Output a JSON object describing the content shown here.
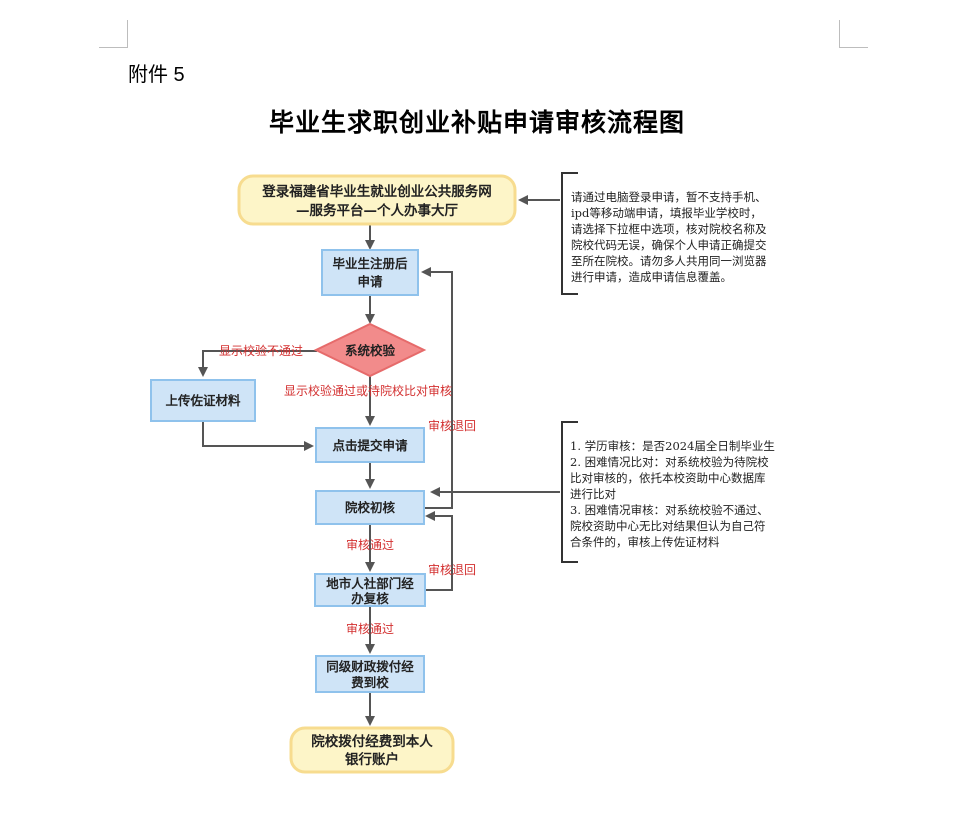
{
  "attachment_label": "附件 5",
  "title": "毕业生求职创业补贴申请审核流程图",
  "nodes": {
    "start": {
      "lines": [
        "登录福建省毕业生就业创业公共服务网",
        "—服务平台—个人办事大厅"
      ]
    },
    "register": {
      "lines": [
        "毕业生注册后",
        "申请"
      ]
    },
    "system_check": {
      "lines": [
        "系统校验"
      ]
    },
    "upload": {
      "lines": [
        "上传佐证材料"
      ]
    },
    "submit": {
      "lines": [
        "点击提交申请"
      ]
    },
    "school_review": {
      "lines": [
        "院校初核"
      ]
    },
    "city_review": {
      "lines": [
        "地市人社部门经",
        "办复核"
      ]
    },
    "finance": {
      "lines": [
        "同级财政拨付经",
        "费到校"
      ]
    },
    "end": {
      "lines": [
        "院校拨付经费到本人",
        "银行账户"
      ]
    }
  },
  "edge_labels": {
    "check_fail": "显示校验不通过",
    "check_pass": "显示校验通过或待院校比对审核",
    "return_to_register": "审核退回",
    "pass_1": "审核通过",
    "return_to_school": "审核退回",
    "pass_2": "审核通过"
  },
  "notes": {
    "top": [
      "请通过电脑登录申请，暂不支持手机、",
      "ipd等移动端申请，填报毕业学校时，",
      "请选择下拉框中选项，核对院校名称及",
      "院校代码无误，确保个人申请正确提交",
      "至所在院校。请勿多人共用同一浏览器",
      "进行申请，造成申请信息覆盖。"
    ],
    "middle": [
      "1. 学历审核：是否2024届全日制毕业生",
      "2. 困难情况比对：对系统校验为待院校",
      "比对审核的，依托本校资助中心数据库",
      "进行比对",
      "3. 困难情况审核：对系统校验不通过、",
      "院校资助中心无比对结果但认为自己符",
      "合条件的，审核上传佐证材料"
    ]
  },
  "colors": {
    "terminal_fill": "#fdf5c8",
    "terminal_stroke": "#f7dc8f",
    "process_fill": "#cfe4f7",
    "process_stroke": "#8fc2ec",
    "decision_fill": "#f28b8b",
    "decision_stroke": "#e66b6b",
    "arrow": "#555555",
    "label": "#d33030"
  }
}
